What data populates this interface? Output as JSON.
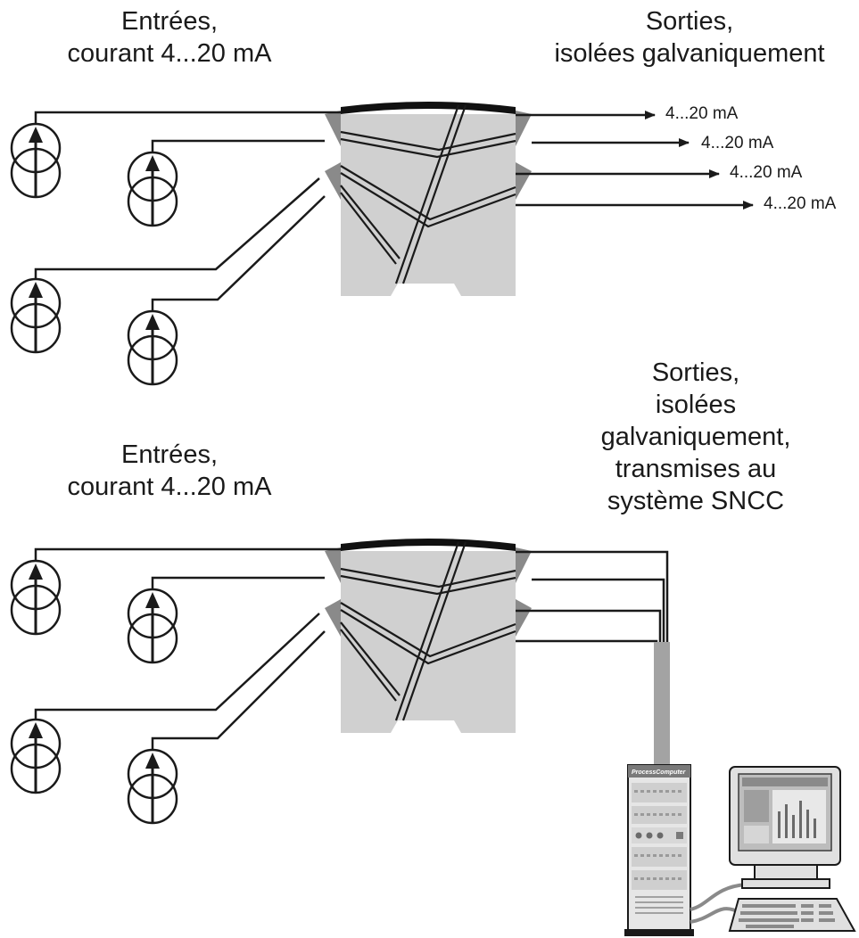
{
  "top": {
    "inputs_label": [
      "Entrées,",
      "courant 4...20 mA"
    ],
    "outputs_label": [
      "Sorties,",
      "isolées galvaniquement"
    ],
    "output_signals": [
      "4...20 mA",
      "4...20 mA",
      "4...20 mA",
      "4...20 mA"
    ]
  },
  "bottom": {
    "inputs_label": [
      "Entrées,",
      "courant 4...20 mA"
    ],
    "outputs_label": [
      "Sorties,",
      "isolées",
      "galvaniquement,",
      "transmises au",
      "système SNCC"
    ]
  },
  "computer": {
    "brand": "ProcessComputer"
  },
  "colors": {
    "module_body": "#d0d0d0",
    "module_top": "#111111",
    "terminal": "#8a8a8a",
    "line": "#1a1a1a",
    "cable": "#a3a3a3"
  }
}
